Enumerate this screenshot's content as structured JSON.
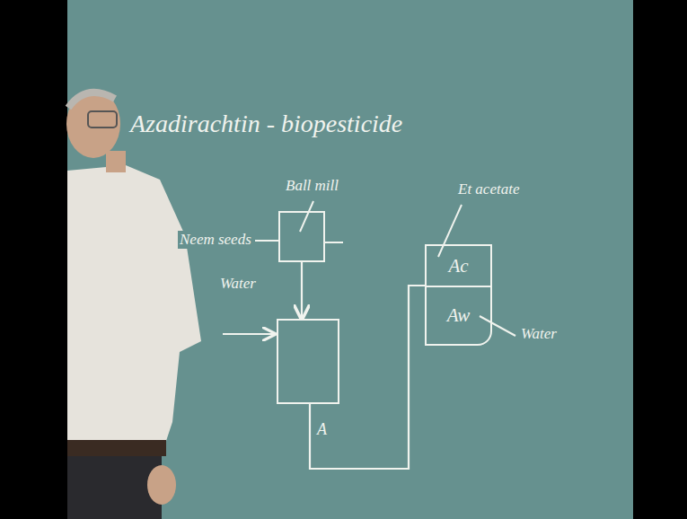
{
  "diagram": {
    "title": "Azadirachtin - biopesticide",
    "nodes": [
      {
        "text": [
          "Ball mill"
        ]
      },
      {
        "text": []
      },
      {
        "text": []
      },
      {
        "text": [
          "Ac"
        ],
        "in": 2
      },
      {
        "text": [
          "Aw"
        ],
        "in": 2
      }
    ],
    "edges": [
      {
        "from": 0,
        "to": 1,
        "arrow": "to"
      },
      {
        "from": 1,
        "to": 2,
        "label": "A",
        "arrow": "none"
      }
    ],
    "labels": [
      "Neem seeds",
      "Water",
      "Et acetate",
      "Water"
    ]
  }
}
